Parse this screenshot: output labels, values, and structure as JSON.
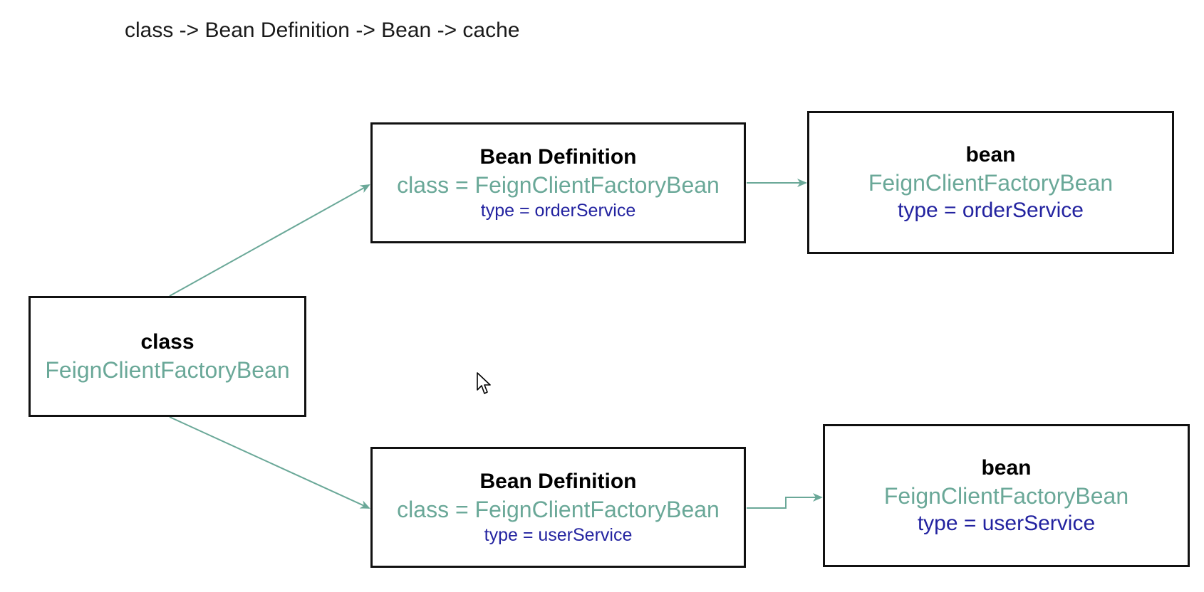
{
  "caption": "class -> Bean Definition -> Bean -> cache",
  "colors": {
    "class_name": "#6aa898",
    "type_text": "#2323a0",
    "border": "#111111",
    "arrow": "#6aa898"
  },
  "class_box": {
    "title": "class",
    "class_name": "FeignClientFactoryBean"
  },
  "bean_definitions": [
    {
      "title": "Bean Definition",
      "class_line": "class = FeignClientFactoryBean",
      "type_line": "type = orderService"
    },
    {
      "title": "Bean Definition",
      "class_line": "class = FeignClientFactoryBean",
      "type_line": "type = userService"
    }
  ],
  "beans": [
    {
      "title": "bean",
      "class_name": "FeignClientFactoryBean",
      "type_line": "type = orderService"
    },
    {
      "title": "bean",
      "class_name": "FeignClientFactoryBean",
      "type_line": "type = userService"
    }
  ],
  "icons": {
    "cursor": "mouse-pointer-icon"
  }
}
